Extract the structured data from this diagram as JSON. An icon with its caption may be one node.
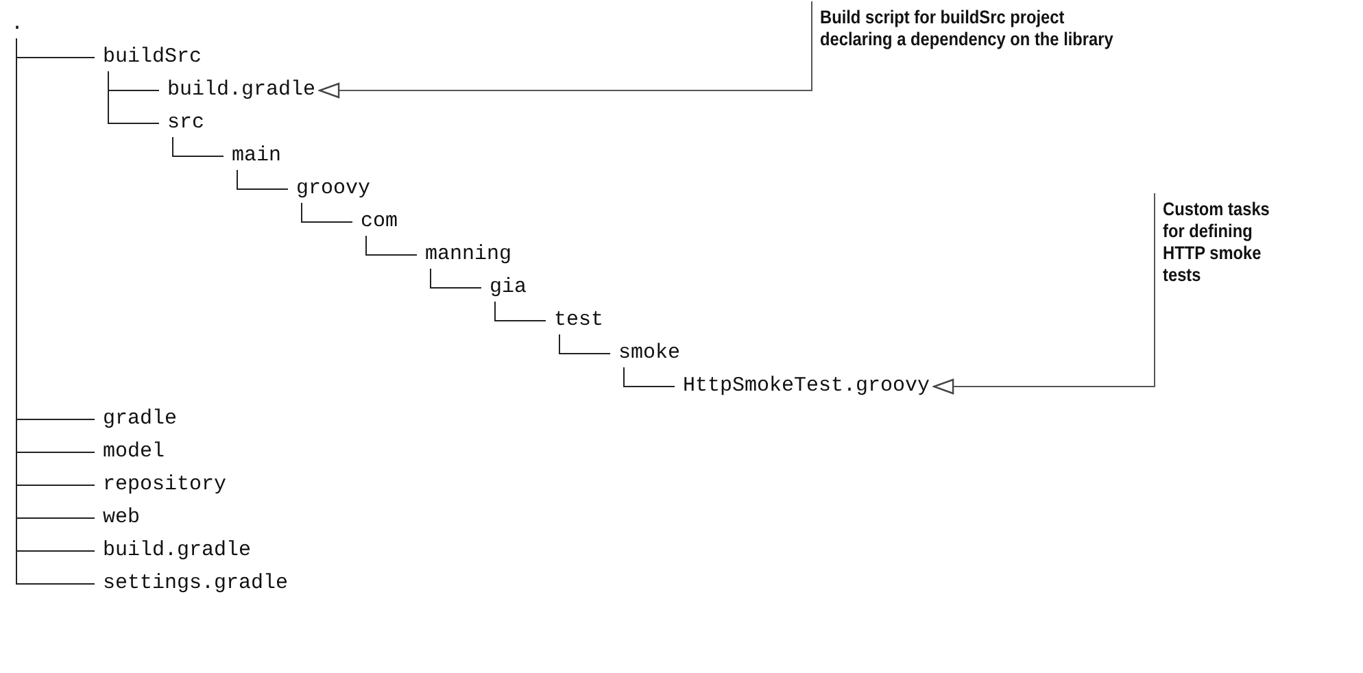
{
  "diagram": {
    "nodes": [
      {
        "text": [
          "."
        ]
      },
      {
        "text": [
          "buildSrc"
        ]
      },
      {
        "text": [
          "build.gradle"
        ]
      },
      {
        "text": [
          "src"
        ]
      },
      {
        "text": [
          "main"
        ]
      },
      {
        "text": [
          "groovy"
        ]
      },
      {
        "text": [
          "com"
        ]
      },
      {
        "text": [
          "manning"
        ]
      },
      {
        "text": [
          "gia"
        ]
      },
      {
        "text": [
          "test"
        ]
      },
      {
        "text": [
          "smoke"
        ]
      },
      {
        "text": [
          "HttpSmokeTest.groovy"
        ]
      },
      {
        "text": [
          "gradle"
        ]
      },
      {
        "text": [
          "model"
        ]
      },
      {
        "text": [
          "repository"
        ]
      },
      {
        "text": [
          "web"
        ]
      },
      {
        "text": [
          "build.gradle"
        ]
      },
      {
        "text": [
          "settings.gradle"
        ]
      },
      {
        "text": [
          "Build script for buildSrc project declaring a dependency on the library"
        ]
      },
      {
        "text": [
          "Custom tasks for defining HTTP smoke tests"
        ]
      }
    ],
    "edges": [
      {
        "from": 0,
        "to": 1,
        "arrow": "none"
      },
      {
        "from": 1,
        "to": 2,
        "arrow": "none"
      },
      {
        "from": 1,
        "to": 3,
        "arrow": "none"
      },
      {
        "from": 3,
        "to": 4,
        "arrow": "none"
      },
      {
        "from": 4,
        "to": 5,
        "arrow": "none"
      },
      {
        "from": 5,
        "to": 6,
        "arrow": "none"
      },
      {
        "from": 6,
        "to": 7,
        "arrow": "none"
      },
      {
        "from": 7,
        "to": 8,
        "arrow": "none"
      },
      {
        "from": 8,
        "to": 9,
        "arrow": "none"
      },
      {
        "from": 9,
        "to": 10,
        "arrow": "none"
      },
      {
        "from": 10,
        "to": 11,
        "arrow": "none"
      },
      {
        "from": 0,
        "to": 12,
        "arrow": "none"
      },
      {
        "from": 0,
        "to": 13,
        "arrow": "none"
      },
      {
        "from": 0,
        "to": 14,
        "arrow": "none"
      },
      {
        "from": 0,
        "to": 15,
        "arrow": "none"
      },
      {
        "from": 0,
        "to": 16,
        "arrow": "none"
      },
      {
        "from": 0,
        "to": 17,
        "arrow": "none"
      },
      {
        "from": 18,
        "to": 2,
        "arrow": "to"
      },
      {
        "from": 19,
        "to": 11,
        "arrow": "to"
      }
    ]
  }
}
